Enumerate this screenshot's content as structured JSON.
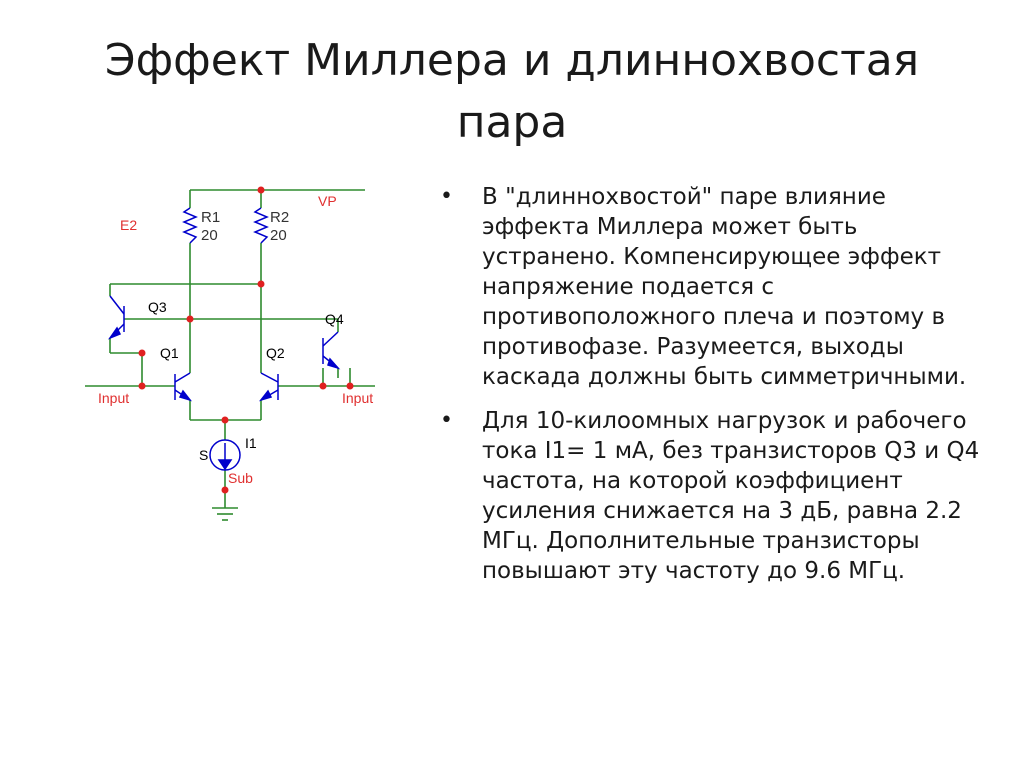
{
  "slide": {
    "title_line1": "Эффект Миллера и длиннохвостая",
    "title_line2": "пара"
  },
  "schematic": {
    "labels": {
      "vp": "VP",
      "e2": "E2",
      "r1_name": "R1",
      "r1_value": "20",
      "r2_name": "R2",
      "r2_value": "20",
      "q1": "Q1",
      "q2": "Q2",
      "q3": "Q3",
      "q4": "Q4",
      "input_left": "Input",
      "input_right": "Input",
      "s": "S",
      "i1": "I1",
      "sub": "Sub"
    },
    "colors": {
      "wire": "#2e8b2e",
      "junction": "#e02020",
      "component": "#0000cc",
      "label_red": "#e03030"
    }
  },
  "bullets": [
    "В \"длиннохвостой\" паре влияние эффекта Миллера может быть устранено. Компенсирующее эффект напряжение подается с противоположного плеча и поэтому в противофазе. Разумеется, выходы каскада должны быть симметричными.",
    "Для 10-килоомных нагрузок и рабочего тока I1= 1 мА, без транзисторов Q3 и Q4 частота, на которой коэффициент усиления снижается на 3 дБ, равна 2.2 МГц. Дополнительные транзисторы повышают эту частоту до 9.6 МГц."
  ]
}
